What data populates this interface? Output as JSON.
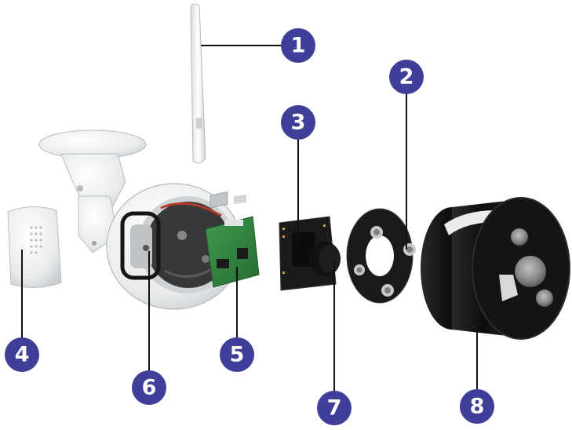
{
  "callouts": [
    {
      "id": 1,
      "label": "1"
    },
    {
      "id": 2,
      "label": "2"
    },
    {
      "id": 3,
      "label": "3"
    },
    {
      "id": 4,
      "label": "4"
    },
    {
      "id": 5,
      "label": "5"
    },
    {
      "id": 6,
      "label": "6"
    },
    {
      "id": 7,
      "label": "7"
    },
    {
      "id": 8,
      "label": "8"
    }
  ],
  "colors": {
    "badge": "#3f3f9a",
    "badge_text": "#ffffff",
    "leader_line": "#111111",
    "housing": "#eef0f1",
    "pcb": "#2e7d3a",
    "lens_cover": "#151515"
  },
  "parts_shown": [
    "antenna-icon",
    "ir-led-board-icon",
    "camera-module-icon",
    "side-cover-icon",
    "main-pcb-icon",
    "housing-seal-icon",
    "lens-icon",
    "front-cover-icon"
  ]
}
